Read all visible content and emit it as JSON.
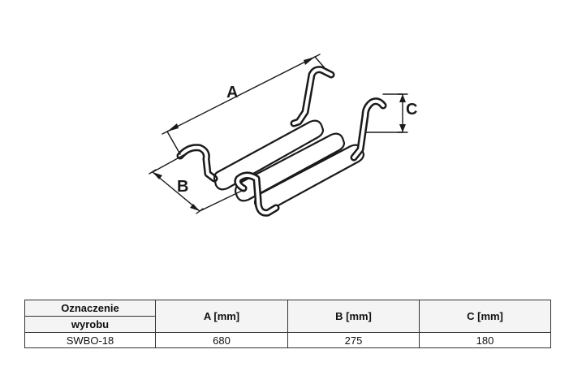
{
  "figure": {
    "dimension_labels": {
      "a": "A",
      "b": "B",
      "c": "C"
    }
  },
  "spec_table": {
    "header": {
      "designation_line1": "Oznaczenie",
      "designation_line2": "wyrobu",
      "col_a": "A [mm]",
      "col_b": "B [mm]",
      "col_c": "C [mm]"
    },
    "row": {
      "designation": "SWBO-18",
      "a": "680",
      "b": "275",
      "c": "180"
    }
  }
}
